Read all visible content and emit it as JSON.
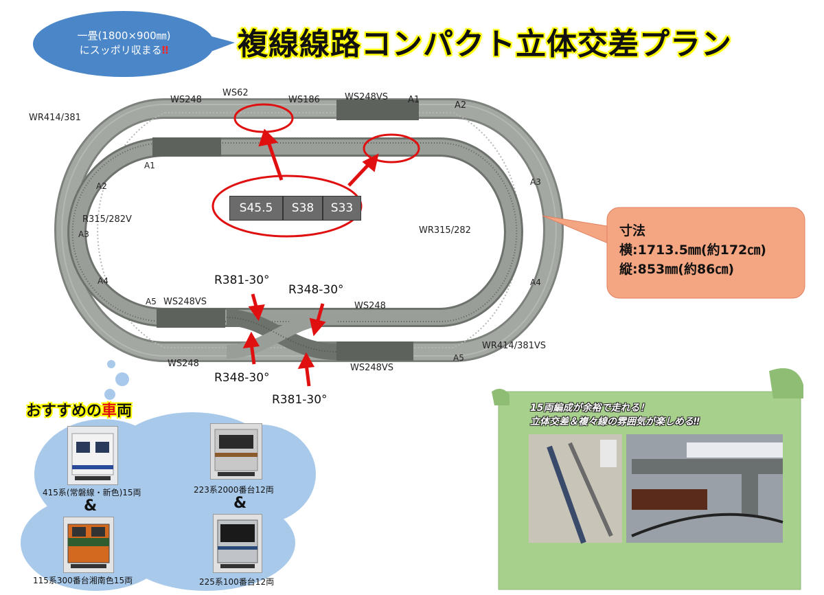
{
  "title": "複線線路コンパクト立体交差プラン",
  "bubble": {
    "line1": "一畳(1800×900㎜)",
    "line2": "にスッポリ収まる",
    "mark": "‼"
  },
  "track_labels": {
    "ws248_top": "WS248",
    "ws62": "WS62",
    "ws186": "WS186",
    "ws248vs_top": "WS248VS",
    "a1_top": "A1",
    "a2_top": "A2",
    "wr414_381": "WR414/381",
    "a1_inner": "A1",
    "a2_inner": "A2",
    "r315_282v": "R315/282V",
    "a3_left": "A3",
    "a4_left": "A4",
    "a5_left": "A5",
    "ws248vs_bottom_left": "WS248VS",
    "a3_right": "A3",
    "wr315_282": "WR315/282",
    "a4_right": "A4",
    "ws248_bottom_right": "WS248",
    "wr414_381vs": "WR414/381VS",
    "a5_right": "A5",
    "ws248_bottom_left": "WS248",
    "ws248vs_bottom_right": "WS248VS"
  },
  "curve_labels": {
    "r381_upper": "R381-30°",
    "r348_upper": "R348-30°",
    "r348_lower": "R348-30°",
    "r381_lower": "R381-30°"
  },
  "pieces": [
    "S45.5",
    "S38",
    "S33"
  ],
  "dimensions": {
    "heading": "寸法",
    "width": "横:1713.5㎜(約172㎝)",
    "depth": "縦:853㎜(約86㎝)"
  },
  "recommend": {
    "title_pre": "おすすめの",
    "title_red": "車",
    "title_post": "両",
    "trains": [
      "415系(常磐線・新色)15両",
      "223系2000番台12両",
      "115系300番台湘南色15両",
      "225系100番台12両"
    ],
    "amp": "&"
  },
  "scroll": {
    "line1": "15両編成が余裕で走れる！",
    "line2": "立体交差＆複々線の雰囲気が楽しめる‼"
  },
  "colors": {
    "title_glow": "#ffff00",
    "bubble_blue": "#4a86c8",
    "red_accent": "#e01010",
    "dims_box": "#f4a582",
    "cloud_blue": "#a9c9ea",
    "scroll_green": "#a8d08d",
    "track_gray": "#8a8f8a"
  }
}
